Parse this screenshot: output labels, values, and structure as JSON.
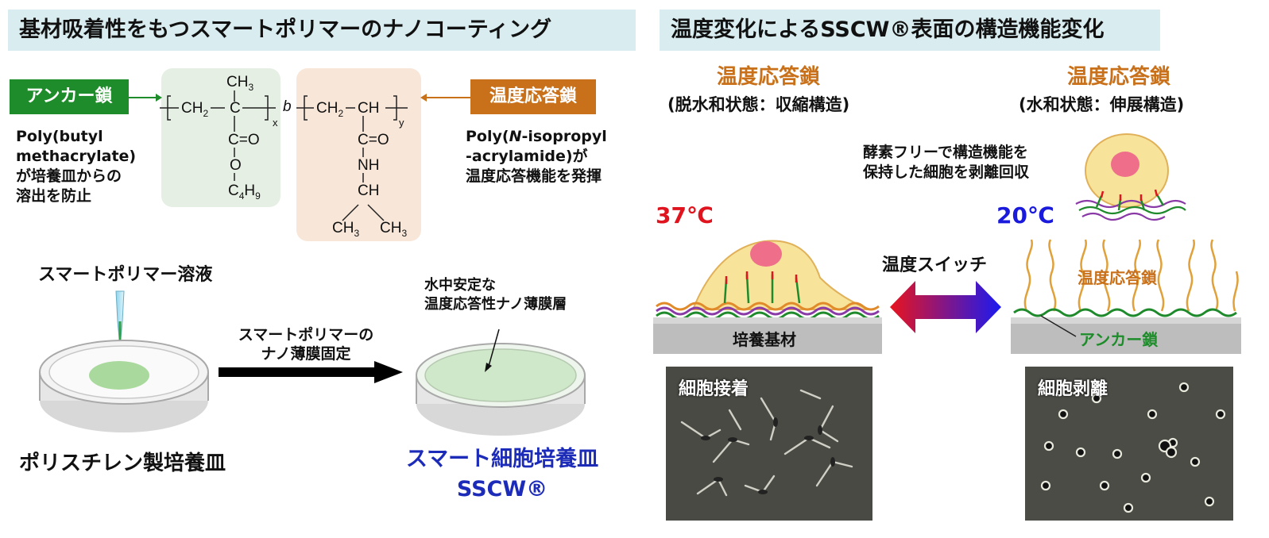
{
  "left": {
    "banner": "基材吸着性をもつスマートポリマーのナノコーティング",
    "anchor_tag": "アンカー鎖",
    "temp_tag": "温度応答鎖",
    "anchor_desc": [
      "Poly(butyl",
      "methacrylate)",
      "が培養皿からの",
      "溶出を防止"
    ],
    "temp_desc": [
      "-acrylamide)が",
      "温度応答機能を発揮"
    ],
    "temp_desc_first": {
      "pre": "Poly(",
      "italic": "N",
      "post": "-isopropyl"
    },
    "chem": {
      "ch3_top": "CH3",
      "ch2_a": "CH2",
      "c_a": "C",
      "sub_x": "x",
      "sub_b": "b",
      "ch2_b": "CH2",
      "ch_b": "CH",
      "sub_y": "y",
      "co_a": "C=O",
      "o_a": "O",
      "c4h9": "C4H9",
      "co_b": "C=O",
      "nh": "NH",
      "ch_c": "CH",
      "ch3_l": "CH3",
      "ch3_r": "CH3"
    },
    "solution_label": "スマートポリマー溶液",
    "arrow_label": [
      "スマートポリマーの",
      "ナノ薄膜固定"
    ],
    "film_label": [
      "水中安定な",
      "温度応答性ナノ薄膜層"
    ],
    "dish_label": "ポリスチレン製培養皿",
    "smart_dish_label": [
      "スマート細胞培養皿",
      "SSCW®"
    ]
  },
  "right": {
    "banner": "温度変化によるSSCW®表面の構造機能変化",
    "left_state_title": "温度応答鎖",
    "left_state_sub": "(脱水和状態：収縮構造)",
    "right_state_title": "温度応答鎖",
    "right_state_sub": "(水和状態：伸展構造)",
    "enzyme_note": [
      "酵素フリーで構造機能を",
      "保持した細胞を剥離回収"
    ],
    "temp_hot": "37℃",
    "temp_cold": "20℃",
    "switch_label": "温度スイッチ",
    "substrate_label": "培養基材",
    "chain_label": "温度応答鎖",
    "anchor_label": "アンカー鎖",
    "photo_attach": "細胞接着",
    "photo_detach": "細胞剥離"
  },
  "colors": {
    "banner_bg": "#d9ecef",
    "anchor_green": "#1e8c2a",
    "temp_orange": "#c8711a",
    "hot_red": "#e0141e",
    "cold_blue": "#1a1adc",
    "smart_blue": "#1c2cb8"
  }
}
